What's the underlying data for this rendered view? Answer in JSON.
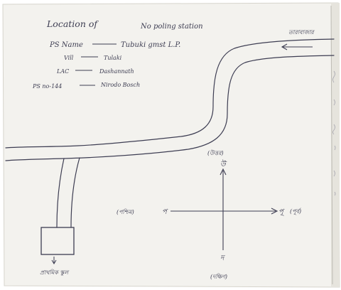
{
  "title_line": {
    "heading": "Location of",
    "subject": "No poling station"
  },
  "info": [
    {
      "label": "PS Name",
      "value": "Tubuki gmst L.P."
    },
    {
      "label": "Vill",
      "value": "Tulaki"
    },
    {
      "label": "LAC",
      "value": "Dashannath"
    },
    {
      "label": "PS no-144",
      "value": "Nirodo Bosch"
    }
  ],
  "road_label_top_right": "তারাবাজার",
  "building_label": "প্রাথমিক স্কুল",
  "compass": {
    "north_letter": "উ",
    "north_word": "(উত্তর)",
    "south_letter": "দ",
    "south_word": "(দক্ষিণ)",
    "east_letter": "পূ",
    "east_word": "(পূর্ব)",
    "west_letter": "প",
    "west_word": "(পশ্চিম)"
  },
  "colors": {
    "paper": "#f3f2ee",
    "ink": "#3d3d52",
    "shadow": "#bdbbb4"
  }
}
